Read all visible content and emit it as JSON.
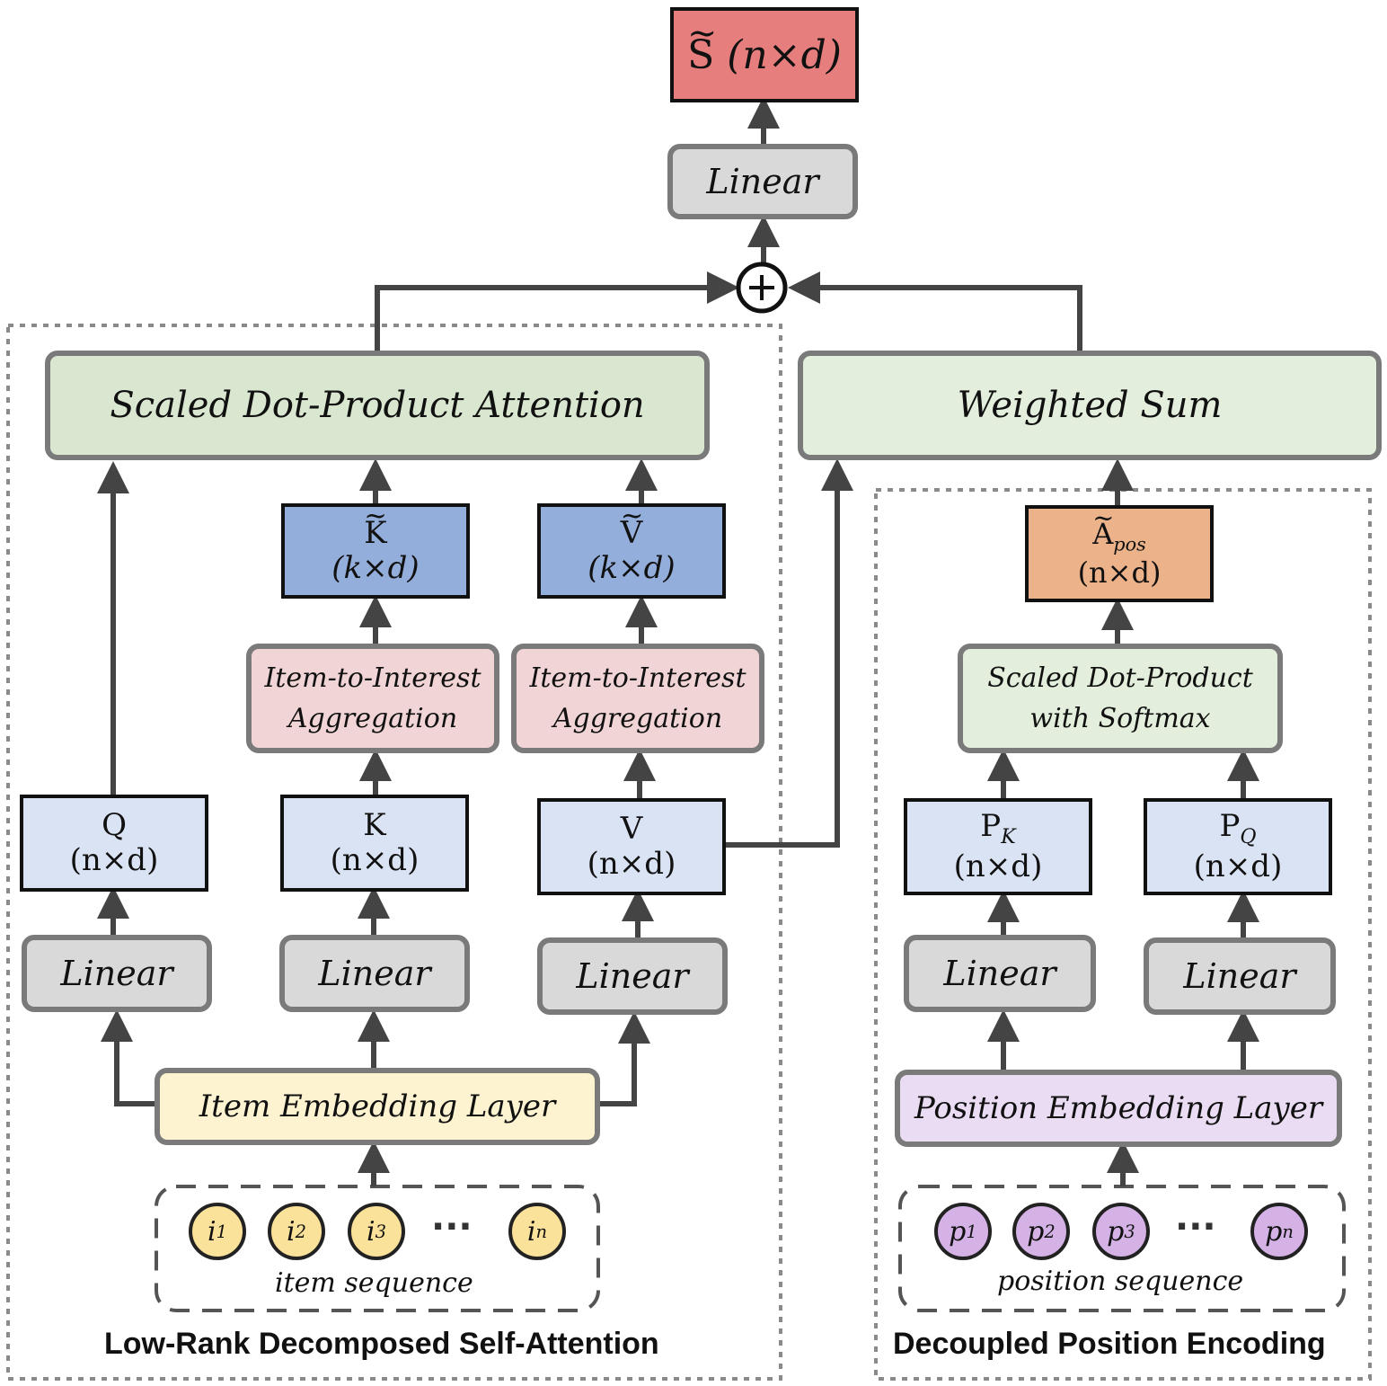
{
  "output": {
    "symbol": "S",
    "dims": "(n×d)"
  },
  "top_linear": "Linear",
  "left_section": {
    "title": "Low-Rank Decomposed Self-Attention",
    "sdpa": "Scaled Dot-Product Attention",
    "q": {
      "symbol": "Q",
      "dims": "(n×d)"
    },
    "k": {
      "symbol": "K",
      "dims": "(n×d)"
    },
    "v": {
      "symbol": "V",
      "dims": "(n×d)"
    },
    "k_tilde": {
      "symbol": "K",
      "dims": "(k×d)"
    },
    "v_tilde": {
      "symbol": "V",
      "dims": "(k×d)"
    },
    "agg_k": {
      "line1": "Item-to-Interest",
      "line2": "Aggregation"
    },
    "agg_v": {
      "line1": "Item-to-Interest",
      "line2": "Aggregation"
    },
    "linear_q": "Linear",
    "linear_k": "Linear",
    "linear_v": "Linear",
    "embedding": "Item Embedding Layer",
    "tokens": [
      {
        "base": "i",
        "sub": "1"
      },
      {
        "base": "i",
        "sub": "2"
      },
      {
        "base": "i",
        "sub": "3"
      },
      {
        "base": "i",
        "sub": "n"
      }
    ],
    "dots": "···",
    "sequence_label": "item sequence"
  },
  "right_section": {
    "title": "Decoupled Position Encoding",
    "weighted_sum": "Weighted Sum",
    "a_pos": {
      "symbol": "A",
      "sub": "pos",
      "dims": "(n×d)"
    },
    "sdp_softmax": {
      "line1": "Scaled Dot-Product",
      "line2": "with Softmax"
    },
    "pk": {
      "symbol": "P",
      "sub": "K",
      "dims": "(n×d)"
    },
    "pq": {
      "symbol": "P",
      "sub": "Q",
      "dims": "(n×d)"
    },
    "linear_pk": "Linear",
    "linear_pq": "Linear",
    "embedding": "Position Embedding Layer",
    "tokens": [
      {
        "base": "p",
        "sub": "1"
      },
      {
        "base": "p",
        "sub": "2"
      },
      {
        "base": "p",
        "sub": "3"
      },
      {
        "base": "p",
        "sub": "n"
      }
    ],
    "dots": "···",
    "sequence_label": "position sequence"
  },
  "plus_symbol": "+"
}
